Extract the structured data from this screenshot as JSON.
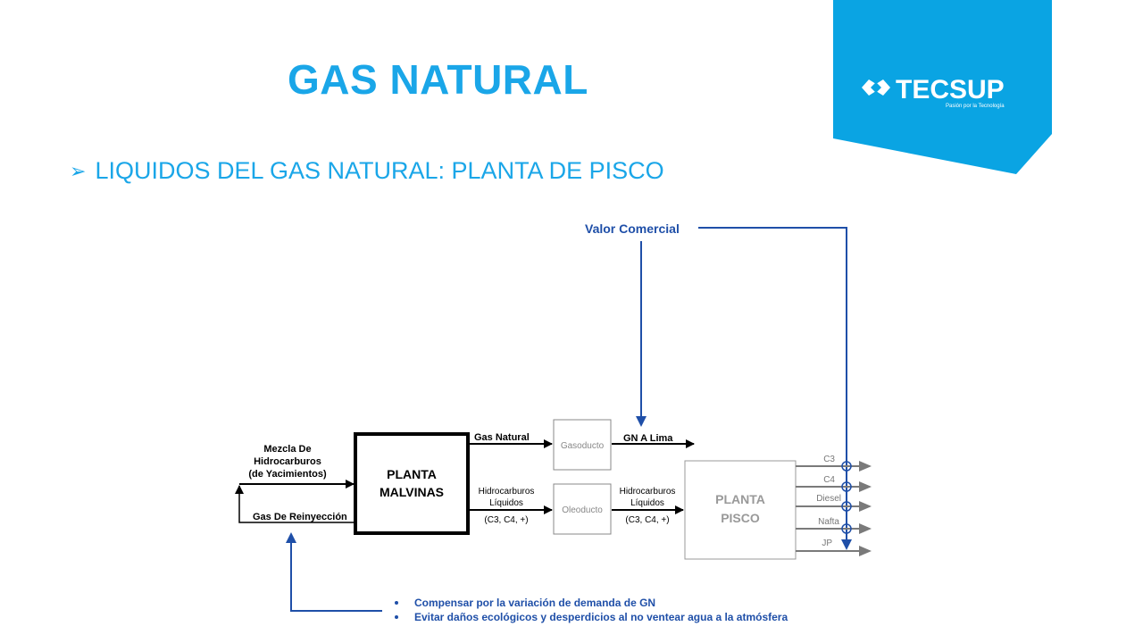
{
  "slide": {
    "title": "GAS NATURAL",
    "subtitle": "LIQUIDOS DEL GAS NATURAL: PLANTA DE PISCO"
  },
  "logo": {
    "name": "TECSUP",
    "tagline": "Pasión por la Tecnología",
    "panel_color": "#0aa4e3"
  },
  "diagram": {
    "valor_comercial": "Valor Comercial",
    "mezcla_line1": "Mezcla De",
    "mezcla_line2": "Hidrocarburos",
    "mezcla_line3": "(de Yacimientos)",
    "reinyeccion": "Gas De Reinyección",
    "malvinas_line1": "PLANTA",
    "malvinas_line2": "MALVINAS",
    "gas_natural": "Gas Natural",
    "gasoducto": "Gasoducto",
    "gn_lima": "GN A Lima",
    "hidro1_line1": "Hidrocarburos",
    "hidro1_line2": "Líquidos",
    "hidro1_line3": "(C3, C4, +)",
    "oleoducto": "Oleoducto",
    "hidro2_line1": "Hidrocarburos",
    "hidro2_line2": "Líquidos",
    "hidro2_line3": "(C3, C4, +)",
    "pisco_line1": "PLANTA",
    "pisco_line2": "PISCO",
    "products": [
      "C3",
      "C4",
      "Diesel",
      "Nafta",
      "JP"
    ],
    "bullets": [
      "Compensar por la variación de demanda de GN",
      "Evitar daños ecológicos y desperdicios al no ventear agua a la atmósfera"
    ],
    "colors": {
      "blue": "#1f4fa8",
      "gray": "#7a7a7a",
      "black": "#000000"
    }
  }
}
